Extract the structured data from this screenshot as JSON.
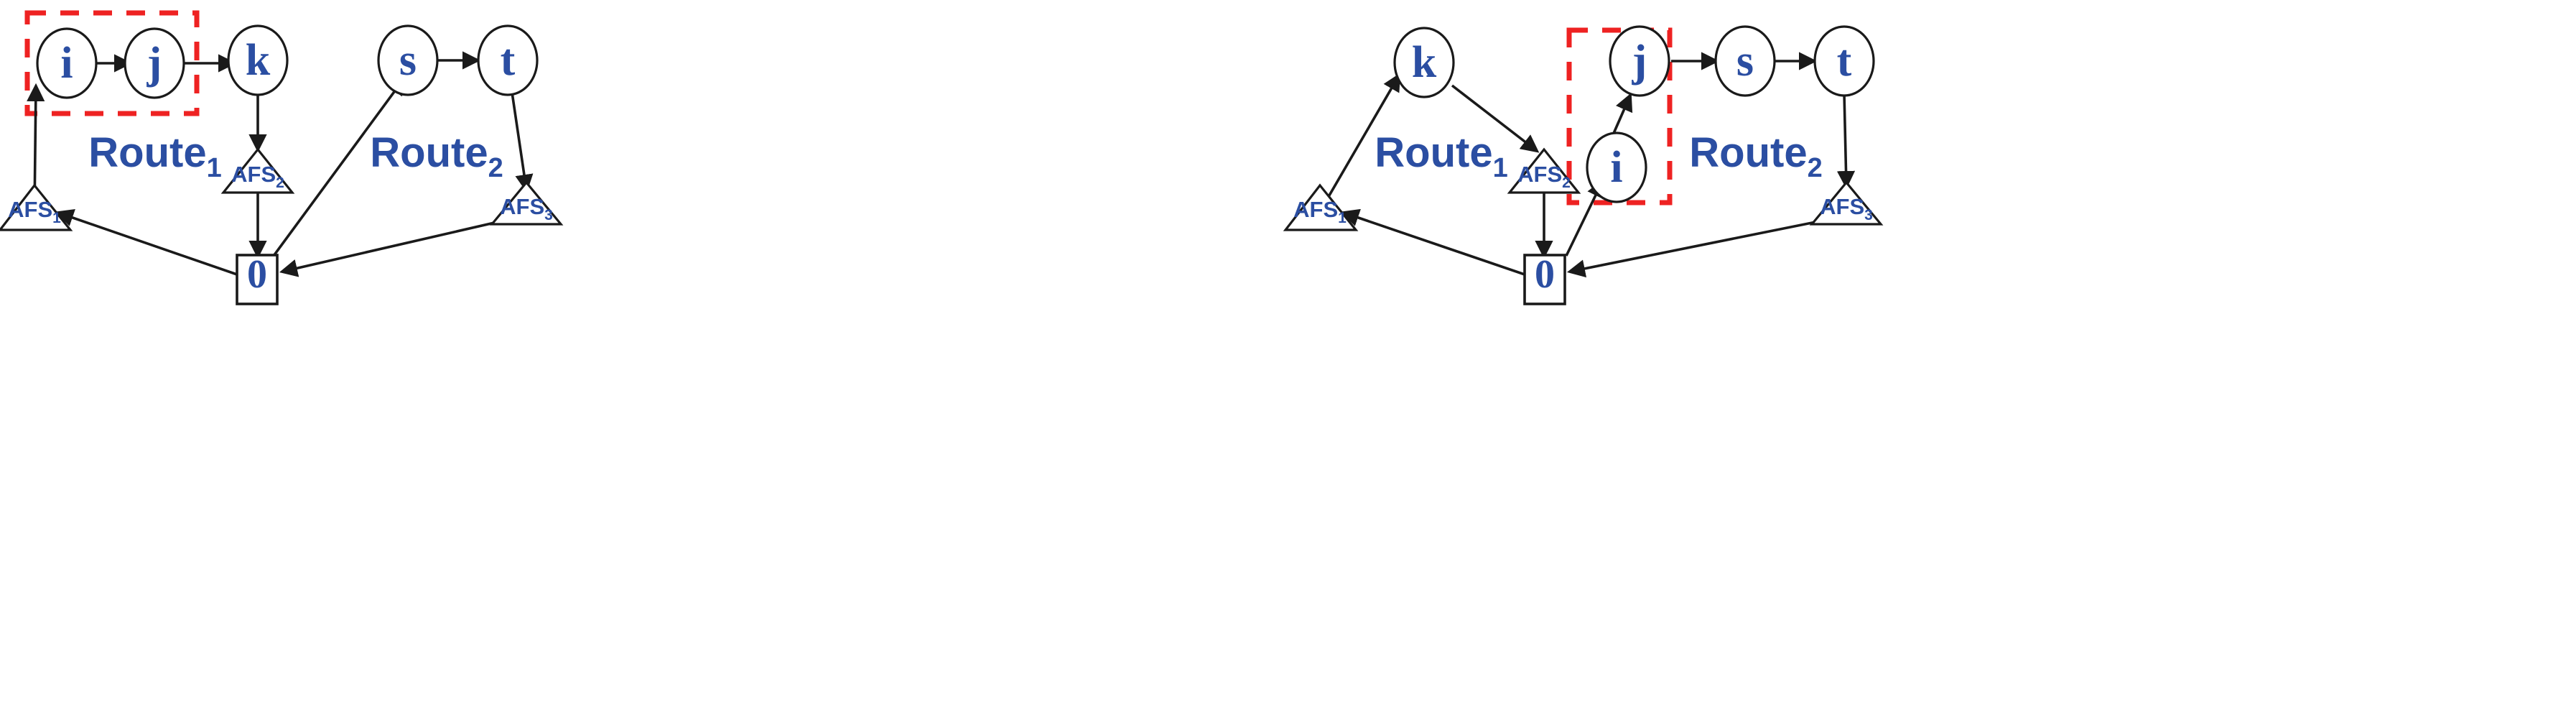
{
  "figure": {
    "title": "",
    "background": "#ffffff",
    "accent_blue": "#2B4EA2",
    "highlight_red": "#EE2222",
    "stroke_black": "#1a1a1a"
  },
  "panels": [
    {
      "id": "left",
      "route_labels": [
        {
          "name": "route-1",
          "text": "Route",
          "sub": "1"
        },
        {
          "name": "route-2",
          "text": "Route",
          "sub": "2"
        }
      ],
      "customers": [
        {
          "name": "node-i",
          "label": "i"
        },
        {
          "name": "node-j",
          "label": "j"
        },
        {
          "name": "node-k",
          "label": "k"
        },
        {
          "name": "node-s",
          "label": "s"
        },
        {
          "name": "node-t",
          "label": "t"
        }
      ],
      "stations": [
        {
          "name": "afs-1",
          "text": "AFS",
          "sub": "1"
        },
        {
          "name": "afs-2",
          "text": "AFS",
          "sub": "2"
        },
        {
          "name": "afs-3",
          "text": "AFS",
          "sub": "3"
        }
      ],
      "depot": {
        "name": "depot",
        "label": "0"
      },
      "highlight": {
        "name": "highlight-box-left",
        "contains": [
          "i",
          "j"
        ]
      },
      "edges": [
        {
          "from": "AFS1",
          "to": "i"
        },
        {
          "from": "i",
          "to": "j"
        },
        {
          "from": "j",
          "to": "k"
        },
        {
          "from": "k",
          "to": "AFS2"
        },
        {
          "from": "AFS2",
          "to": "0"
        },
        {
          "from": "0",
          "to": "s"
        },
        {
          "from": "s",
          "to": "t"
        },
        {
          "from": "t",
          "to": "AFS3"
        },
        {
          "from": "AFS3",
          "to": "0"
        },
        {
          "from": "0",
          "to": "AFS1"
        }
      ]
    },
    {
      "id": "right",
      "route_labels": [
        {
          "name": "route-1",
          "text": "Route",
          "sub": "1"
        },
        {
          "name": "route-2",
          "text": "Route",
          "sub": "2"
        }
      ],
      "customers": [
        {
          "name": "node-k",
          "label": "k"
        },
        {
          "name": "node-i",
          "label": "i"
        },
        {
          "name": "node-j",
          "label": "j"
        },
        {
          "name": "node-s",
          "label": "s"
        },
        {
          "name": "node-t",
          "label": "t"
        }
      ],
      "stations": [
        {
          "name": "afs-1",
          "text": "AFS",
          "sub": "1"
        },
        {
          "name": "afs-2",
          "text": "AFS",
          "sub": "2"
        },
        {
          "name": "afs-3",
          "text": "AFS",
          "sub": "3"
        }
      ],
      "depot": {
        "name": "depot",
        "label": "0"
      },
      "highlight": {
        "name": "highlight-box-right",
        "contains": [
          "i",
          "j"
        ]
      },
      "edges": [
        {
          "from": "AFS1",
          "to": "k"
        },
        {
          "from": "k",
          "to": "AFS2"
        },
        {
          "from": "AFS2",
          "to": "0"
        },
        {
          "from": "0",
          "to": "i"
        },
        {
          "from": "i",
          "to": "j"
        },
        {
          "from": "j",
          "to": "s"
        },
        {
          "from": "s",
          "to": "t"
        },
        {
          "from": "t",
          "to": "AFS3"
        },
        {
          "from": "AFS3",
          "to": "0"
        },
        {
          "from": "0",
          "to": "AFS1"
        }
      ]
    }
  ]
}
